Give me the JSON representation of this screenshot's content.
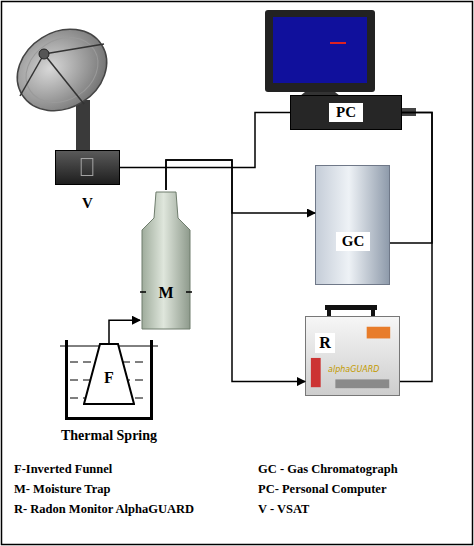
{
  "diagram": {
    "nodes": [
      {
        "text": [
          "V"
        ]
      },
      {
        "text": [
          "PC"
        ]
      },
      {
        "text": [
          "Thermal Spring"
        ]
      },
      {
        "text": [
          "F"
        ],
        "in": 2
      },
      {
        "text": [
          "M"
        ]
      },
      {
        "text": [
          "GC"
        ]
      },
      {
        "text": [
          "R",
          "alphaGUARD"
        ]
      }
    ],
    "edges": [
      {
        "from": 0,
        "to": 1,
        "arrow": "none"
      },
      {
        "from": 3,
        "to": 4,
        "arrow": "to"
      },
      {
        "from": 4,
        "to": 5,
        "arrow": "to"
      },
      {
        "from": 4,
        "to": 6,
        "arrow": "to"
      },
      {
        "from": 1,
        "to": 5,
        "arrow": "none"
      },
      {
        "from": 1,
        "to": 6,
        "arrow": "none"
      }
    ],
    "labels": [
      "F-Inverted Funnel",
      "M- Moisture Trap",
      "R- Radon Monitor AlphaGUARD",
      "GC - Gas Chromatograph",
      "PC- Personal Computer",
      "V - VSAT"
    ]
  }
}
